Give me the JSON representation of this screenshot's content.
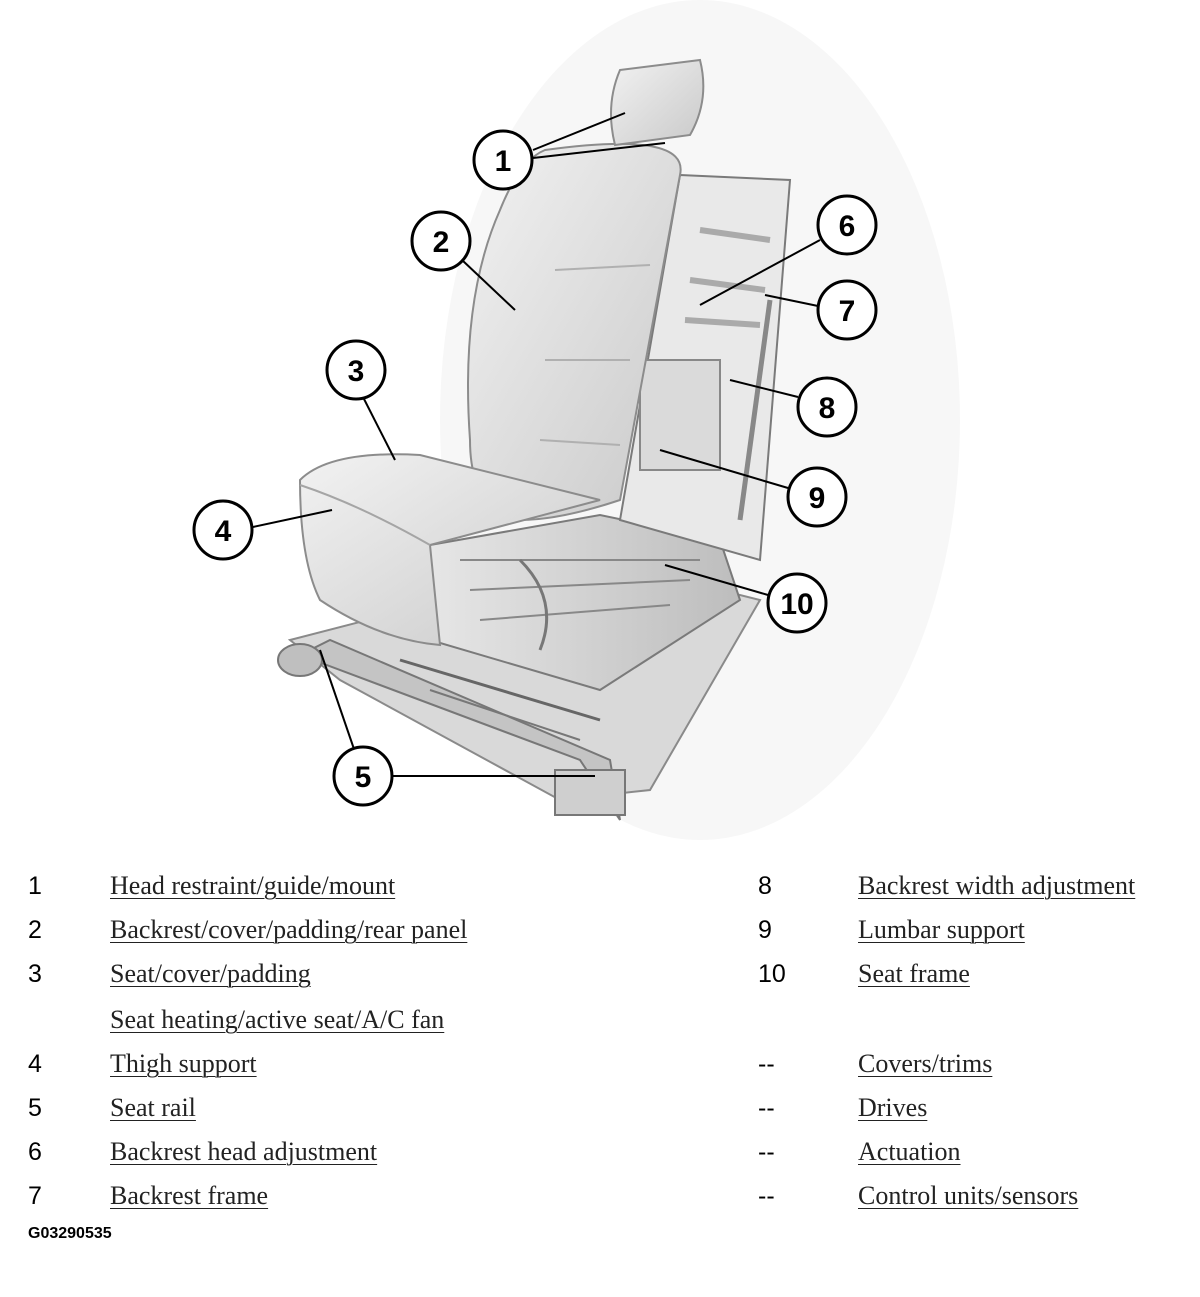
{
  "callouts": [
    "1",
    "2",
    "3",
    "4",
    "5",
    "6",
    "7",
    "8",
    "9",
    "10"
  ],
  "legend": {
    "left": [
      {
        "num": "1",
        "label": "Head restraint/guide/mount"
      },
      {
        "num": "2",
        "label": "Backrest/cover/padding/rear panel"
      },
      {
        "num": "3",
        "label": "Seat/cover/padding"
      },
      {
        "num": "",
        "label": "Seat heating/active seat/A/C fan"
      },
      {
        "num": "4",
        "label": "Thigh support"
      },
      {
        "num": "5",
        "label": "Seat rail"
      },
      {
        "num": "6",
        "label": "Backrest head adjustment"
      },
      {
        "num": "7",
        "label": "Backrest frame"
      }
    ],
    "right": [
      {
        "num": "8",
        "label": "Backrest width adjustment"
      },
      {
        "num": "9",
        "label": "Lumbar support"
      },
      {
        "num": "10",
        "label": "Seat frame"
      },
      {
        "num": "--",
        "label": "Covers/trims"
      },
      {
        "num": "--",
        "label": "Drives"
      },
      {
        "num": "--",
        "label": "Actuation"
      },
      {
        "num": "--",
        "label": "Control units/sensors"
      }
    ]
  },
  "figure_id": "G03290535"
}
